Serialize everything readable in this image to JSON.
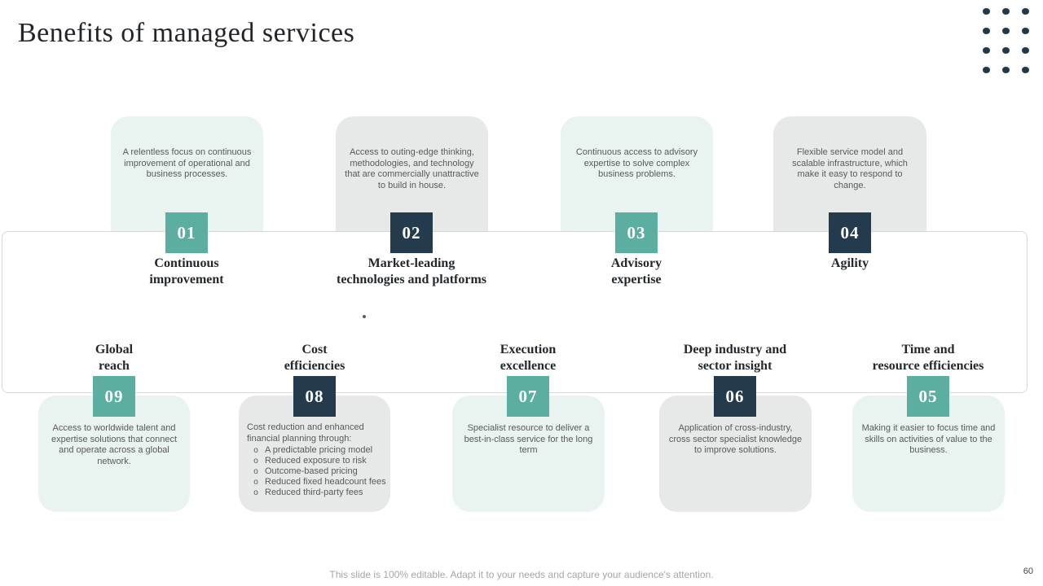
{
  "slide": {
    "title": "Benefits of managed services",
    "footer": "This slide is 100% editable. Adapt it to your needs and capture your audience's attention.",
    "page_number": "60"
  },
  "colors": {
    "teal_badge": "#5caea0",
    "navy_badge": "#233b4d",
    "mint_card": "#e9f4f1",
    "gray_card": "#e7e9e9",
    "panel_border": "#d8d8d8",
    "body_text": "#595959",
    "title_text": "#23282c",
    "dots": "#20384a"
  },
  "bullet_char": "o",
  "top_cards": [
    {
      "number": "01",
      "title": "Continuous\nimprovement",
      "body": "A relentless focus on continuous improvement of operational and business processes.",
      "accent": "teal"
    },
    {
      "number": "02",
      "title": "Market-leading\ntechnologies and platforms",
      "body": "Access to outing-edge thinking, methodologies, and technology that are commercially unattractive to build in house.",
      "accent": "navy"
    },
    {
      "number": "03",
      "title": "Advisory\nexpertise",
      "body": "Continuous access to advisory expertise to solve complex business problems.",
      "accent": "teal"
    },
    {
      "number": "04",
      "title": "Agility",
      "body": "Flexible service model and scalable infrastructure, which make it easy to respond to change.",
      "accent": "navy"
    }
  ],
  "bottom_cards": [
    {
      "number": "09",
      "title": "Global\nreach",
      "body": "Access to worldwide talent and expertise solutions that connect and operate across a global network.",
      "accent": "teal"
    },
    {
      "number": "08",
      "title": "Cost\nefficiencies",
      "body_intro": "Cost reduction and enhanced financial planning through:",
      "bullets": [
        "A predictable pricing model",
        "Reduced exposure to risk",
        "Outcome-based pricing",
        "Reduced fixed headcount fees",
        "Reduced third-party fees"
      ],
      "accent": "navy"
    },
    {
      "number": "07",
      "title": "Execution\nexcellence",
      "body": "Specialist resource to deliver a best-in-class service for the long term",
      "accent": "teal"
    },
    {
      "number": "06",
      "title": "Deep industry and\nsector insight",
      "body": "Application of cross-industry, cross sector specialist knowledge to improve solutions.",
      "accent": "navy"
    },
    {
      "number": "05",
      "title": "Time and\nresource efficiencies",
      "body": "Making it easier to focus time and skills on activities of value to the business.",
      "accent": "teal"
    }
  ]
}
